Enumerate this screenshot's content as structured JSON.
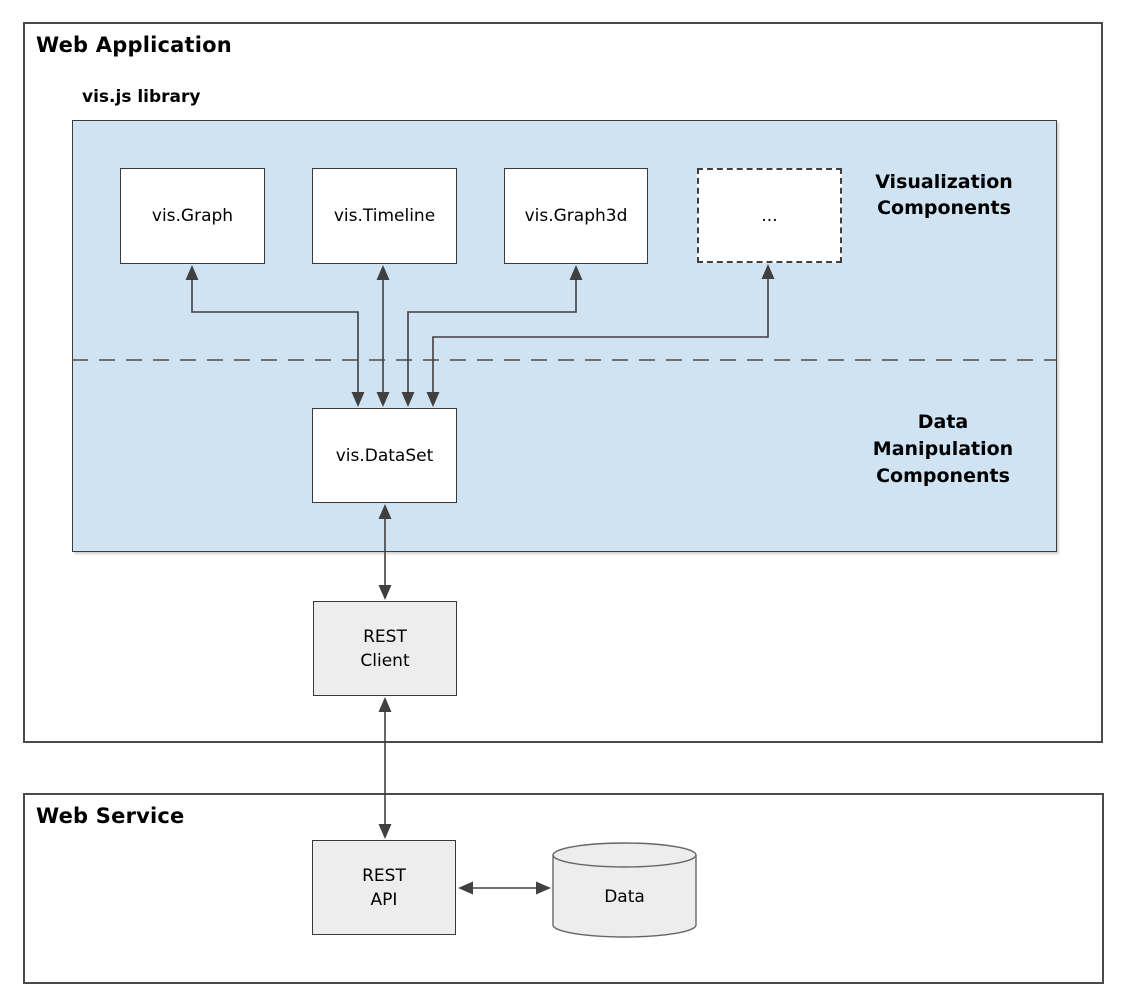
{
  "titles": {
    "web_application": "Web Application",
    "web_service": "Web Service",
    "visjs_library": "vis.js library"
  },
  "section_labels": {
    "visualization": "Visualization\nComponents",
    "data_manipulation": "Data\nManipulation\nComponents"
  },
  "boxes": {
    "vis_graph": "vis.Graph",
    "vis_timeline": "vis.Timeline",
    "vis_graph3d": "vis.Graph3d",
    "more_components": "...",
    "vis_dataset": "vis.DataSet",
    "rest_client": "REST\nClient",
    "rest_api": "REST\nAPI",
    "data_store": "Data"
  },
  "colors": {
    "library_fill": "#cfe3f2",
    "component_fill": "#ffffff",
    "service_component_fill": "#ededed",
    "component_border": "#383838",
    "outer_border": "#4a4a4a",
    "arrow": "#404040",
    "separator": "#4d4d4d"
  }
}
